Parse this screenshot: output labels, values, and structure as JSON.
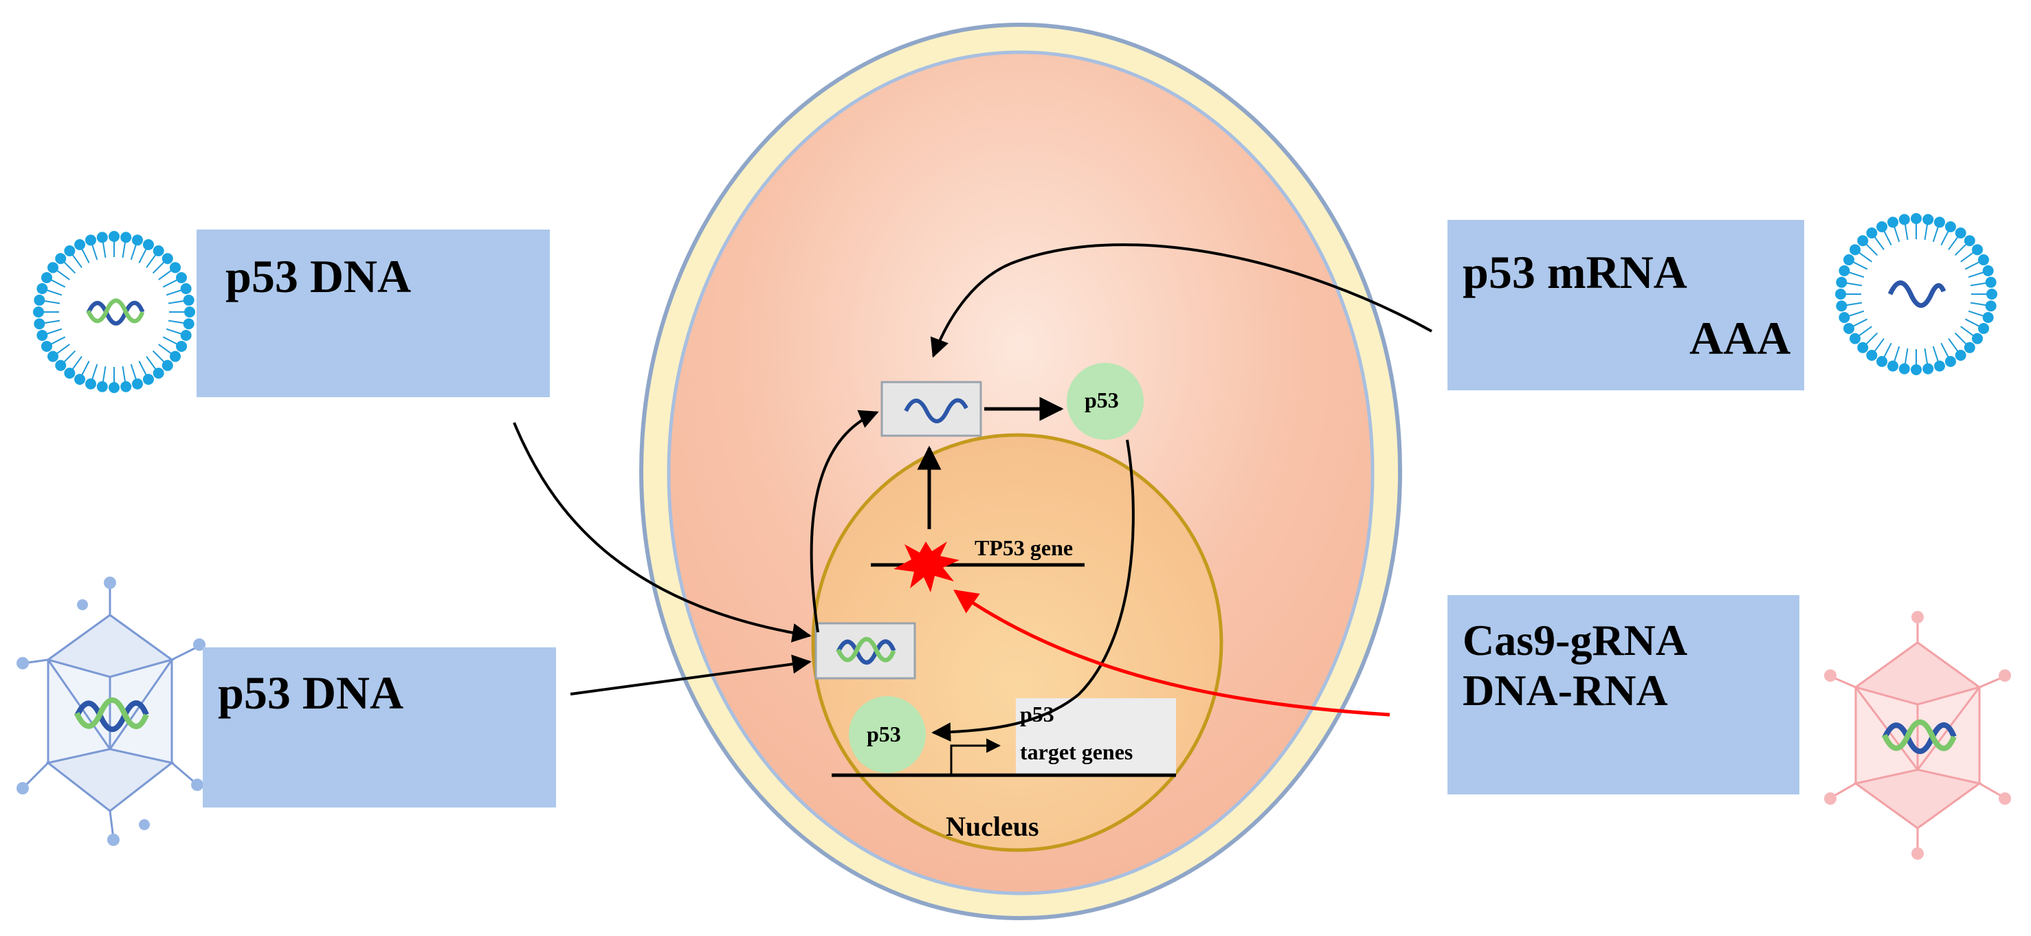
{
  "left_top_panel": {
    "title": "p53 DNA"
  },
  "left_bottom_panel": {
    "title": "p53 DNA"
  },
  "right_top_panel": {
    "title": "p53 mRNA",
    "tail": "AAA"
  },
  "right_bottom_panel": {
    "line1": "Cas9-gRNA",
    "line2": "DNA-RNA"
  },
  "cell": {
    "protein_upper": "p53",
    "protein_lower": "p53",
    "gene_label": "TP53 gene",
    "target_line1": "p53",
    "target_line2": "target genes",
    "nucleus_label": "Nucleus"
  },
  "colors": {
    "panel_bg": "#adc8ec",
    "dna_bar": "#2a6fd0",
    "end_cap": "#3cb43c",
    "grna_bar": "#ff4d6a",
    "cell_inner": "#f9c9b2",
    "cell_membrane": "#fbf0bd",
    "nucleus": "#f8c68e",
    "protein_circle": "#b9e6b4",
    "red_arrow": "#ff0000"
  }
}
